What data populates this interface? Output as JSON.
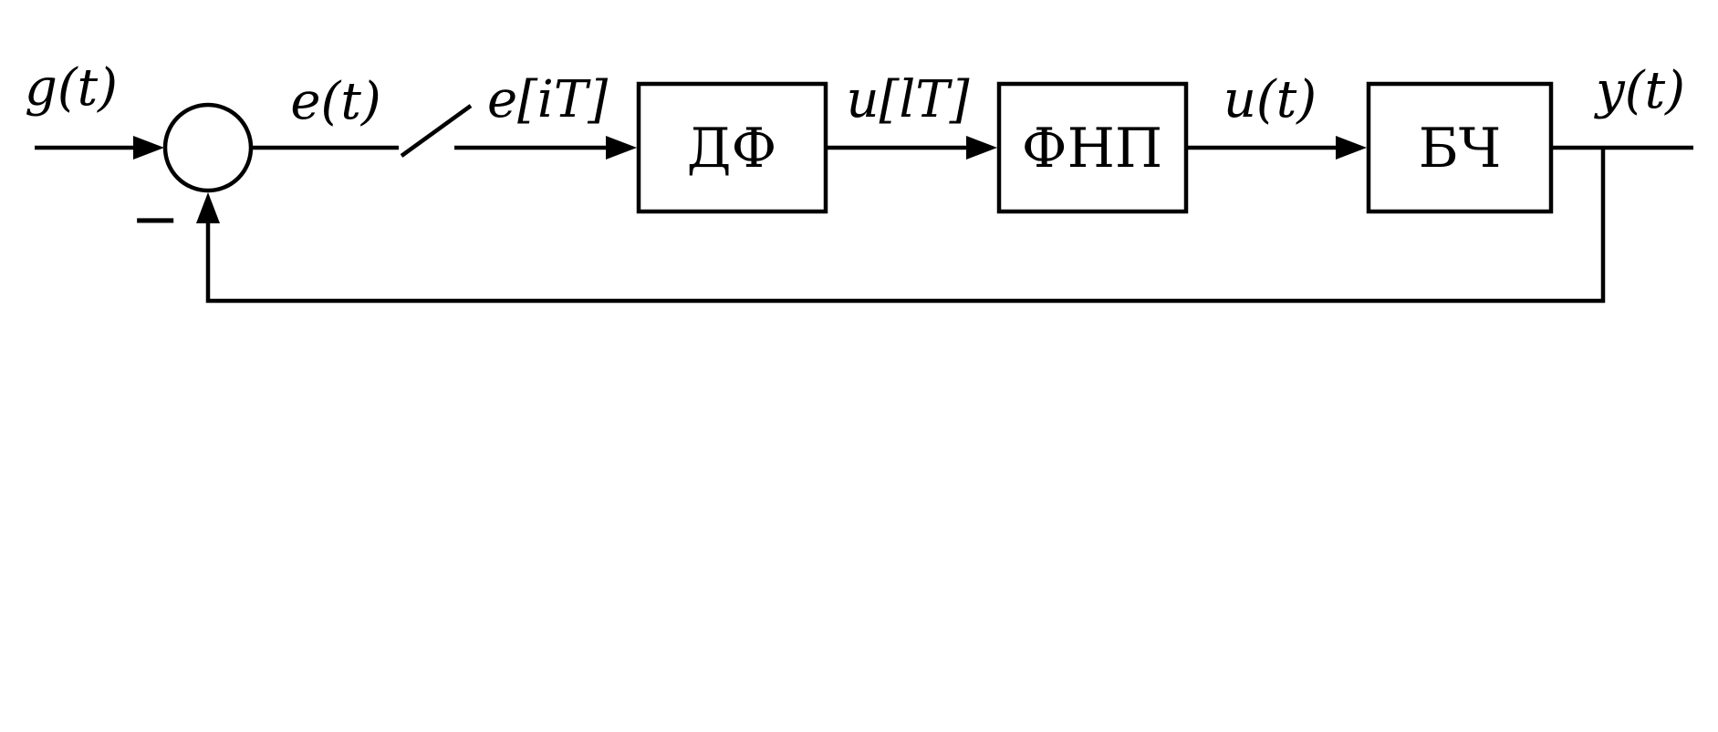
{
  "diagram": {
    "kind": "sampled-data control system block diagram",
    "labels": {
      "input": "g(t)",
      "error": "e(t)",
      "sampled_error": "e[iT]",
      "discrete_control": "u[lT]",
      "control": "u(t)",
      "output": "y(t)",
      "feedback_sign": "−"
    },
    "blocks": {
      "digital_filter": "ДФ",
      "hold_filter": "ФНП",
      "plant": "БЧ"
    },
    "colors": {
      "line": "#000000",
      "background": "#ffffff"
    }
  }
}
